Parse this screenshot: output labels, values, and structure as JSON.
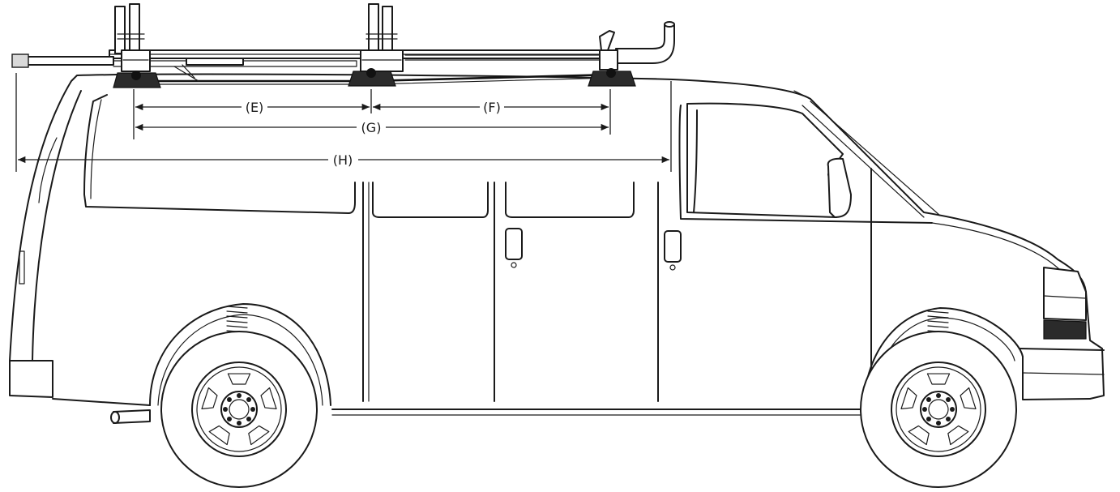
{
  "dimensions": [
    {
      "id": "E",
      "label": "(E)"
    },
    {
      "id": "F",
      "label": "(F)"
    },
    {
      "id": "G",
      "label": "(G)"
    },
    {
      "id": "H",
      "label": "(H)"
    }
  ],
  "colors": {
    "line": "#1a1a1a",
    "foot": "#2b2b2b",
    "background": "#ffffff"
  },
  "icons": [
    "van-side-outline",
    "ladder-rack",
    "roof-mount-foot",
    "wheel",
    "coil-spring"
  ]
}
